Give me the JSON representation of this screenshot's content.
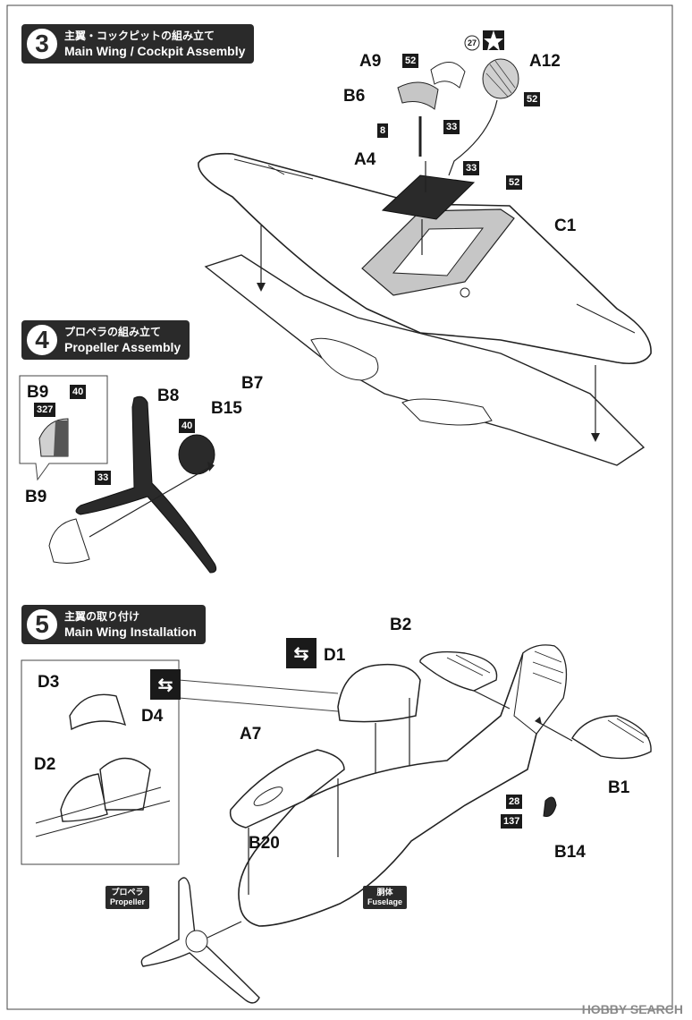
{
  "steps": [
    {
      "num": "3",
      "jp": "主翼・コックピットの組み立て",
      "en": "Main Wing / Cockpit  Assembly"
    },
    {
      "num": "4",
      "jp": "プロペラの組み立て",
      "en": "Propeller  Assembly"
    },
    {
      "num": "5",
      "jp": "主翼の取り付け",
      "en": "Main Wing Installation"
    }
  ],
  "parts": {
    "a9": "A9",
    "a12": "A12",
    "b6": "B6",
    "a4": "A4",
    "c1": "C1",
    "b7": "B7",
    "b9_inset": "B9",
    "b8": "B8",
    "b15": "B15",
    "b9": "B9",
    "d1": "D1",
    "b2": "B2",
    "d3": "D3",
    "d4": "D4",
    "d2": "D2",
    "a7": "A7",
    "b1": "B1",
    "b20": "B20",
    "b14": "B14"
  },
  "paints": {
    "p52a": "52",
    "p27": "27",
    "p8": "8",
    "p33a": "33",
    "p33b": "33",
    "p52b": "52",
    "p52c": "52",
    "p40a": "40",
    "p327": "327",
    "p40b": "40",
    "p33c": "33",
    "p28": "28",
    "p137": "137"
  },
  "tags": {
    "propeller_jp": "プロペラ",
    "propeller_en": "Propeller",
    "fuselage_jp": "胴体",
    "fuselage_en": "Fuselage"
  },
  "watermark": "HOBBY SEARCH",
  "colors": {
    "badge": "#2a2a2a",
    "gray_part": "#c6c6c6",
    "dark_part": "#2a2a2a"
  }
}
